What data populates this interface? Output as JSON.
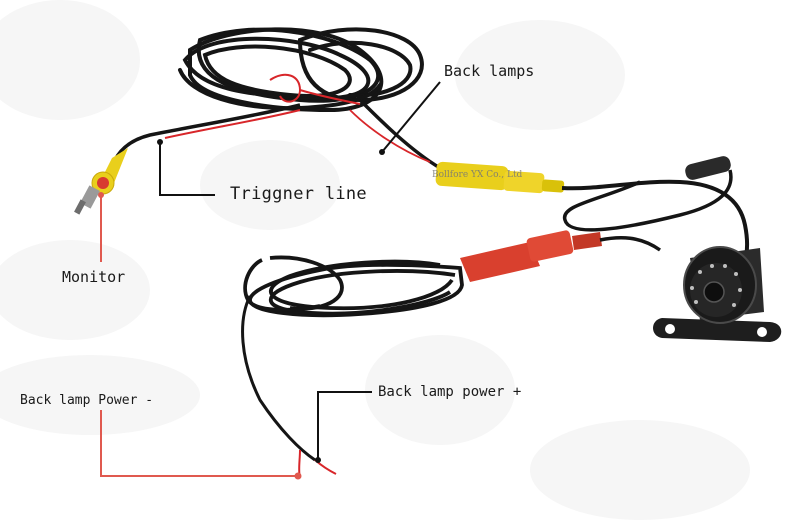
{
  "labels": {
    "back_lamps": "Back lamps",
    "trigger_line": "Triggner line",
    "monitor": "Monitor",
    "back_lamp_power_neg": "Back lamp Power -",
    "back_lamp_power_pos": "Back lamp power +"
  },
  "watermark": "Bollfore YX Co., Ltd",
  "colors": {
    "cable": "#151515",
    "red_wire": "#d8262a",
    "yellow_connector": "#e9cf1c",
    "red_connector": "#d9402e",
    "leader_line_black": "#111111",
    "leader_line_red": "#e0594f",
    "camera_body": "#222222",
    "background_blob": "#f6f6f6"
  },
  "icons": {
    "camera": "rear-view-camera-icon",
    "rca_plug": "yellow-rca-plug-icon",
    "power_plug": "red-power-connector-icon"
  }
}
